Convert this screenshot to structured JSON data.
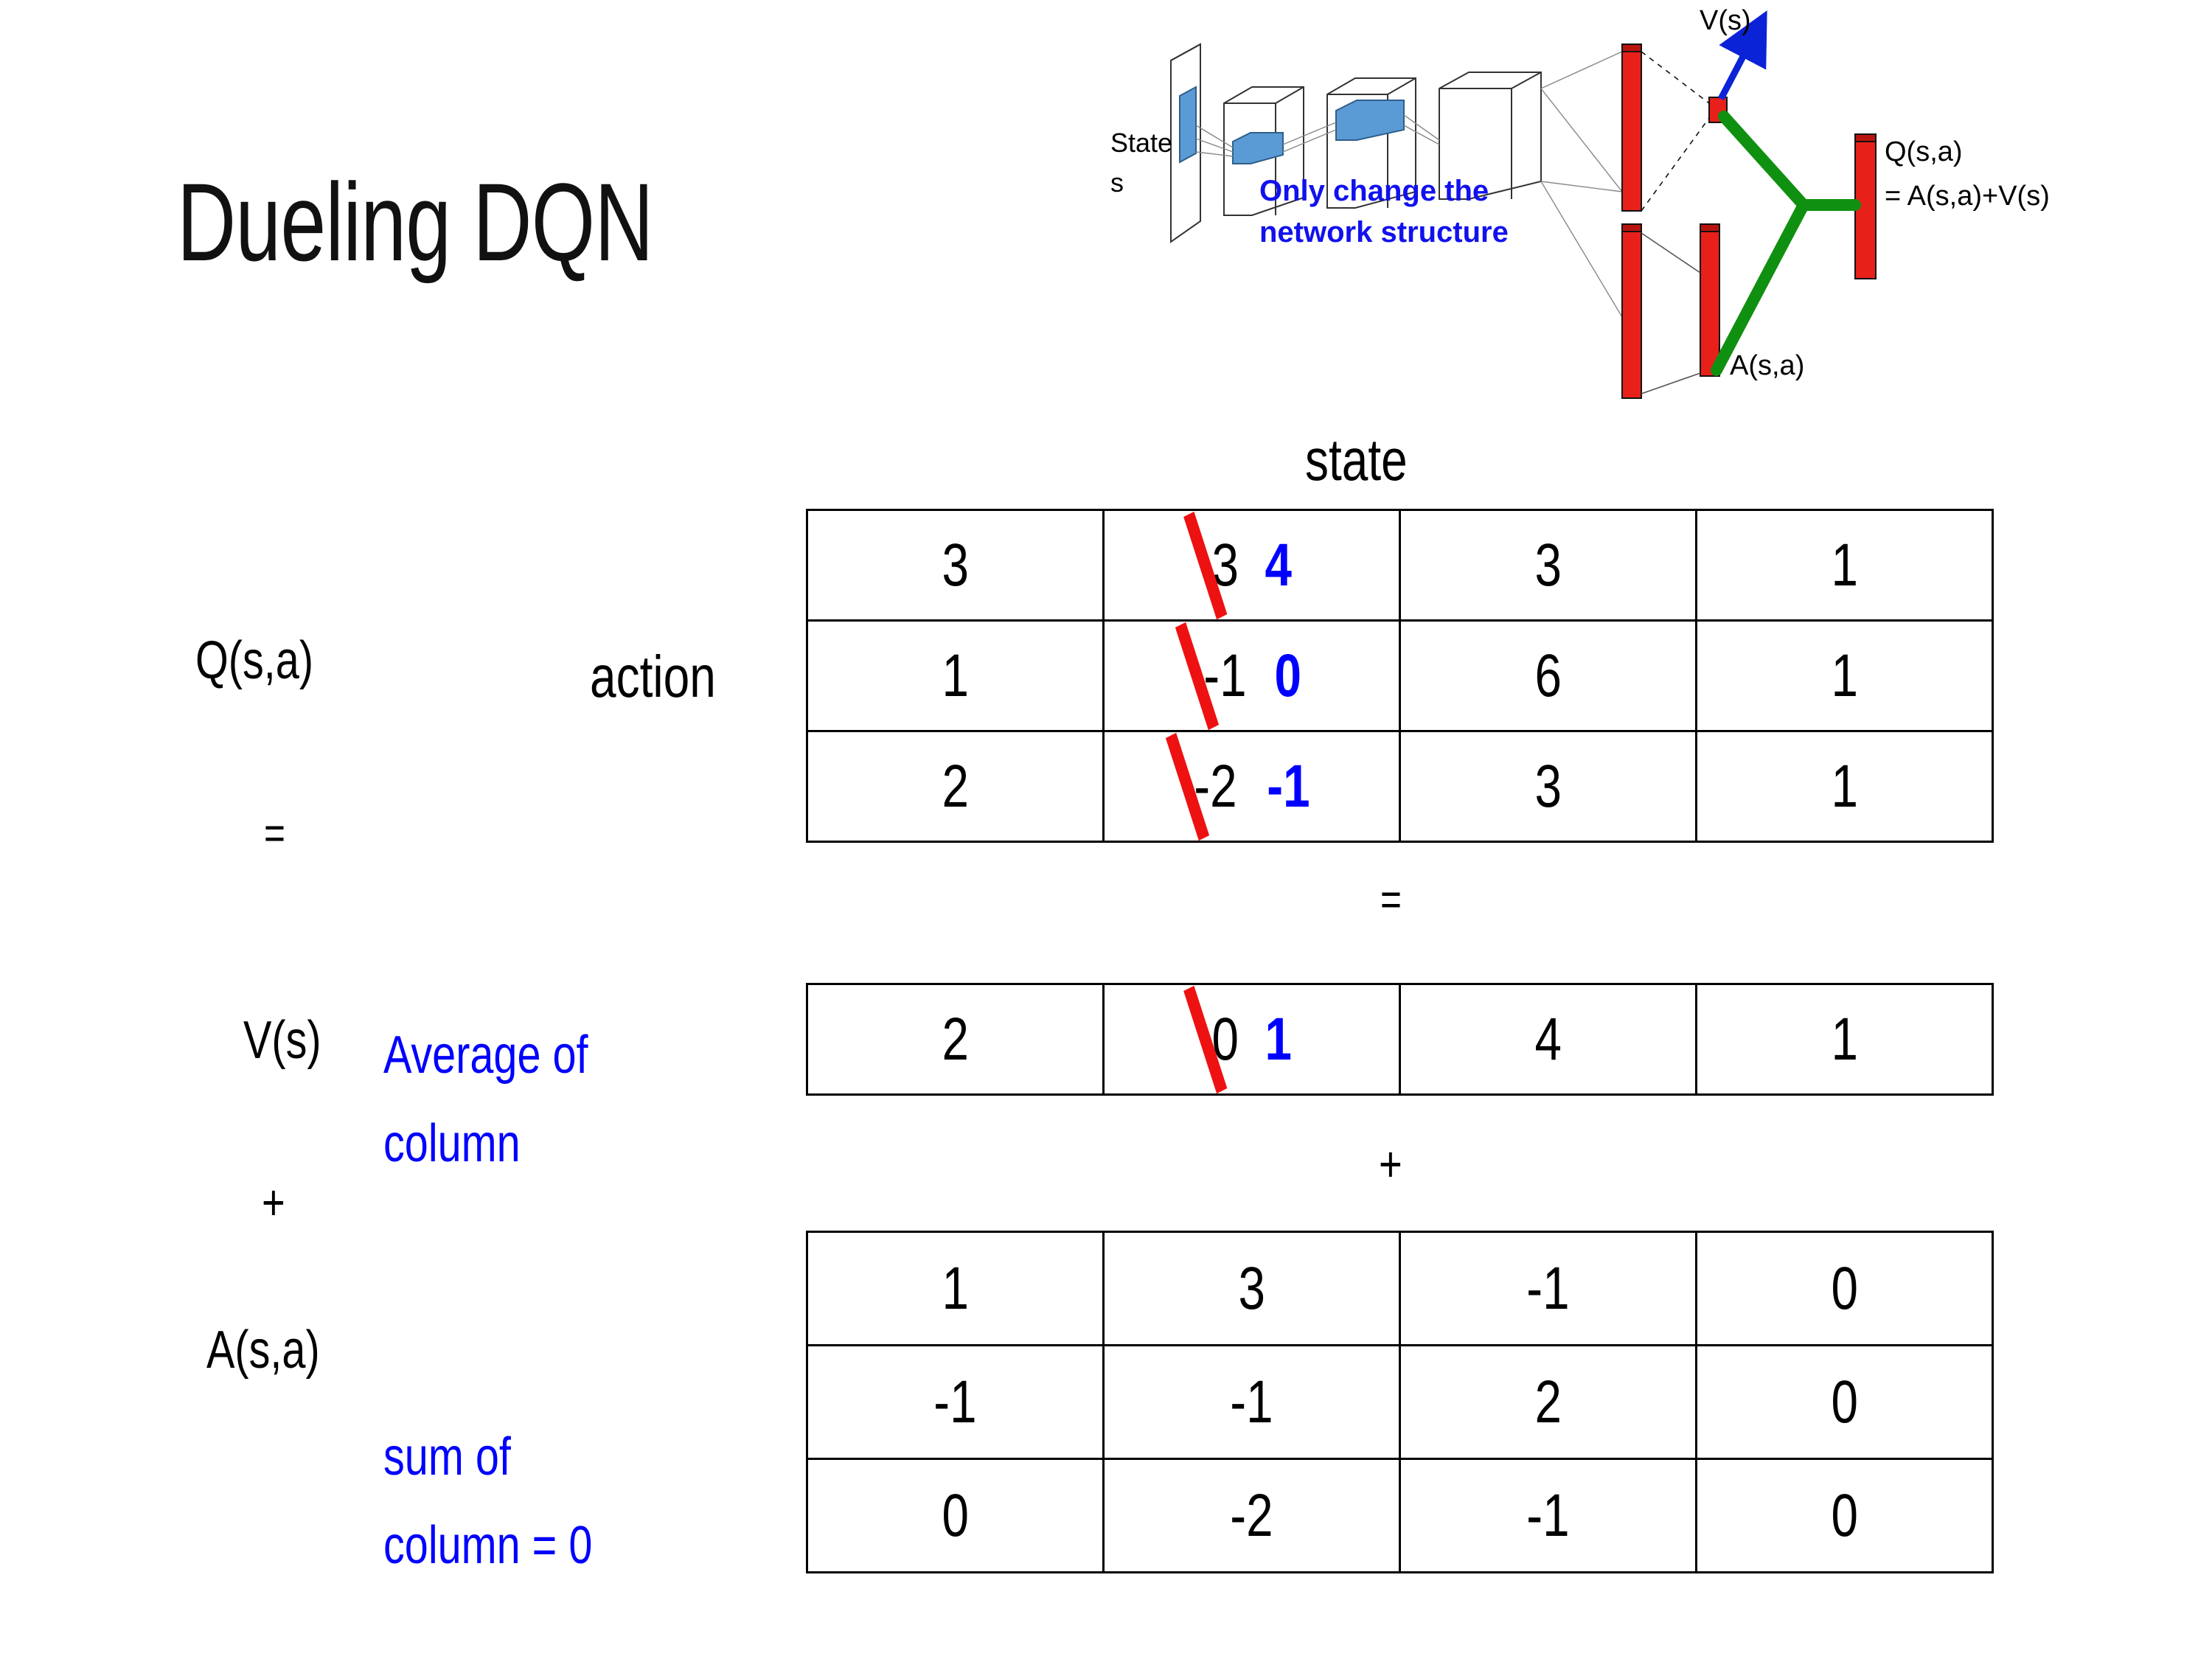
{
  "slide": {
    "title": "Dueling DQN"
  },
  "diagram": {
    "state_label": "State",
    "state_sub": "s",
    "note_line1": "Only change the",
    "note_line2": "network structure",
    "v_label": "V(s)",
    "a_label": "A(s,a)",
    "q_label": "Q(s,a)",
    "q_eq": "= A(s,a)+V(s)",
    "note_color": "#1111ee",
    "bar_color": "#e8201a",
    "merge_color": "#109010",
    "arrow_color": "#0b23d6",
    "slab_color": "#5b9bd5"
  },
  "axes": {
    "state": "state",
    "action": "action"
  },
  "labels": {
    "q": "Q(s,a)",
    "v": "V(s)",
    "a": "A(s,a)",
    "eq1": "=",
    "eq2": "=",
    "plus1": "+",
    "plus2": "+",
    "avg_line1": "Average of",
    "avg_line2": "column",
    "sum_line1": "sum of",
    "sum_line2": "column = 0"
  },
  "colors": {
    "annotation_blue": "#0000ff",
    "strike_red": "#ee1111",
    "text_black": "#000000"
  },
  "chart_data": {
    "type": "table",
    "title": "Dueling DQN value decomposition tables",
    "xlabel": "state",
    "ylabel": "action",
    "tables": [
      {
        "name": "Q(s,a)",
        "rows": 3,
        "cols": 4,
        "values": [
          [
            "3",
            "3",
            "3",
            "1"
          ],
          [
            "1",
            "-1",
            "6",
            "1"
          ],
          [
            "2",
            "-2",
            "3",
            "1"
          ]
        ],
        "edits": [
          {
            "row": 0,
            "col": 1,
            "old": "3",
            "new": "4"
          },
          {
            "row": 1,
            "col": 1,
            "old": "-1",
            "new": "0"
          },
          {
            "row": 2,
            "col": 1,
            "old": "-2",
            "new": "-1"
          }
        ]
      },
      {
        "name": "V(s)",
        "rows": 1,
        "cols": 4,
        "values": [
          [
            "2",
            "0",
            "4",
            "1"
          ]
        ],
        "edits": [
          {
            "row": 0,
            "col": 1,
            "old": "0",
            "new": "1"
          }
        ]
      },
      {
        "name": "A(s,a)",
        "rows": 3,
        "cols": 4,
        "values": [
          [
            "1",
            "3",
            "-1",
            "0"
          ],
          [
            "-1",
            "-1",
            "2",
            "0"
          ],
          [
            "0",
            "-2",
            "-1",
            "0"
          ]
        ],
        "edits": []
      }
    ]
  }
}
